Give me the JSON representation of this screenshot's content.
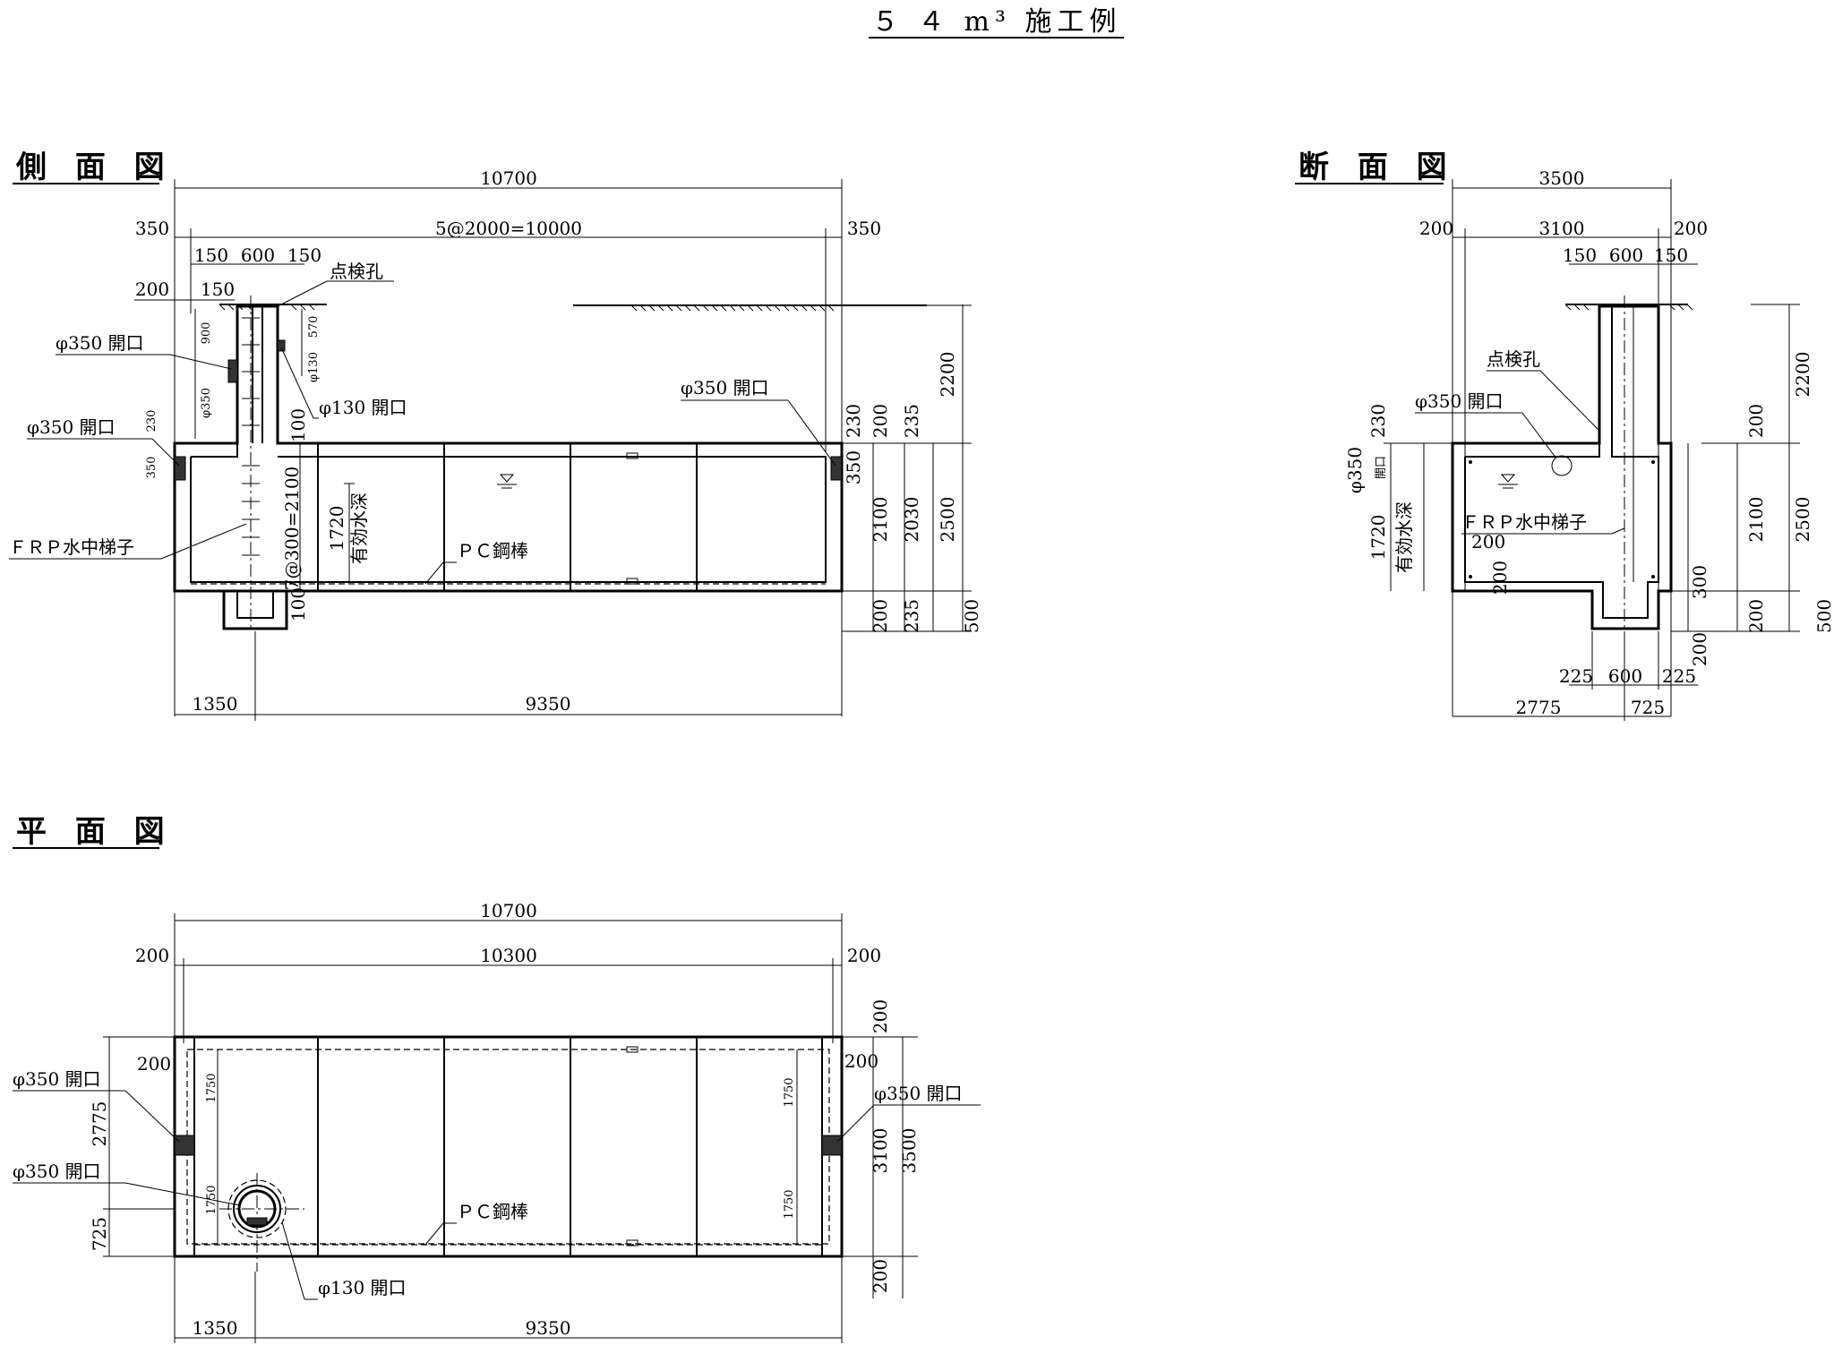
{
  "title": "５ ４ m³ 施工例",
  "views": {
    "side": {
      "heading": "側 面 図",
      "dims": {
        "total": "10700",
        "bays": "5@2000=10000",
        "left_end": "350",
        "right_end": "350",
        "shaft_150a": "150",
        "shaft_600": "600",
        "shaft_150b": "150",
        "d200": "200",
        "d150": "150",
        "d900": "900",
        "d570": "570",
        "phi350_v": "φ350",
        "phi130_v": "φ130",
        "d350_side": "350",
        "d230": "230",
        "d100a": "100",
        "d100b": "100",
        "rungs": "7@300=2100",
        "eff_depth_num": "1720",
        "eff_depth_label": "有効水深",
        "r230": "230",
        "r350": "350",
        "r2100": "2100",
        "r2030": "2030",
        "r200a": "200",
        "r235a": "235",
        "r2500": "2500",
        "r2200": "2200",
        "r200b": "200",
        "r235b": "235",
        "r500": "500",
        "bottom_left": "1350",
        "bottom_right": "9350"
      },
      "labels": {
        "hatch": "点検孔",
        "open350_a": "φ350 開口",
        "open350_b": "φ350 開口",
        "open350_c": "φ350 開口",
        "open130": "φ130 開口",
        "ladder": "ＦＲＰ水中梯子",
        "pc_bar": "ＰＣ鋼棒"
      }
    },
    "section": {
      "heading": "断 面 図",
      "dims": {
        "total": "3500",
        "l200": "200",
        "inner": "3100",
        "r200": "200",
        "s150a": "150",
        "s600": "600",
        "s150b": "150",
        "v230": "230",
        "v350": "φ350",
        "v_open": "開口",
        "v1720": "1720",
        "v_eff": "有効水深",
        "i200": "200",
        "i200b": "200",
        "r2100": "2100",
        "r2500": "2500",
        "r2200": "2200",
        "r300": "300",
        "r200c": "200",
        "r200d": "200",
        "r500": "500",
        "b225a": "225",
        "b600": "600",
        "b225b": "225",
        "b2775": "2775",
        "b725": "725"
      },
      "labels": {
        "hatch": "点検孔",
        "open350": "φ350 開口",
        "ladder": "ＦＲＰ水中梯子"
      }
    },
    "plan": {
      "heading": "平 面 図",
      "dims": {
        "total": "10700",
        "inner": "10300",
        "l200": "200",
        "r200": "200",
        "il200": "200",
        "ir200": "200",
        "v1750a": "1750",
        "v1750b": "1750",
        "v1750c": "1750",
        "v1750d": "1750",
        "v2775": "2775",
        "v725": "725",
        "r200a": "200",
        "r3100": "3100",
        "r3500": "3500",
        "r200b": "200",
        "bottom_left": "1350",
        "bottom_right": "9350"
      },
      "labels": {
        "open350_a": "φ350 開口",
        "open350_b": "φ350 開口",
        "open350_c": "φ350 開口",
        "open130": "φ130 開口",
        "pc_bar": "ＰＣ鋼棒"
      }
    }
  }
}
